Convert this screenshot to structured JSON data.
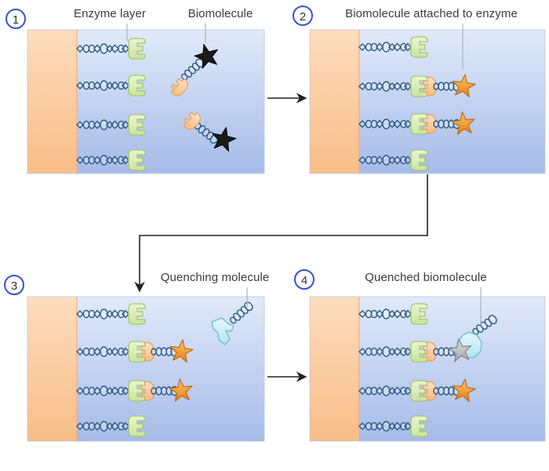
{
  "figure": {
    "title_implicit": "Enzyme biosensor quenching process diagram",
    "steps": [
      {
        "number": "1",
        "captions": [
          "Enzyme layer",
          "Biomolecule"
        ]
      },
      {
        "number": "2",
        "captions": [
          "Biomolecule attached to enzyme"
        ]
      },
      {
        "number": "3",
        "captions": [
          "Quenching molecule"
        ]
      },
      {
        "number": "4",
        "captions": [
          "Quenched biomolecule"
        ]
      }
    ],
    "colors": {
      "solution_top": "#e1eafa",
      "solution_bottom": "#a6bbe8",
      "substrate_top": "#fddcbd",
      "substrate_bottom": "#f8bd88",
      "enzyme_fill": "#dff0b5",
      "enzyme_stroke": "#a4c573",
      "biomolecule_fill": "#fbd0a0",
      "biomolecule_stroke": "#e2a169",
      "chain_stroke": "#2b5a85",
      "fluorophore_free": "#1a1a1a",
      "fluorophore_active_top": "#fdc96a",
      "fluorophore_active_bottom": "#e87d12",
      "fluorophore_quenched": "#c6c6c6",
      "quencher_fill": "#cdeff8",
      "quencher_stroke": "#79c3da",
      "step_badge_border": "#3354d1",
      "arrow": "#222222",
      "label_text": "#3b3b3b",
      "leader_line": "#a6a6a6"
    }
  }
}
